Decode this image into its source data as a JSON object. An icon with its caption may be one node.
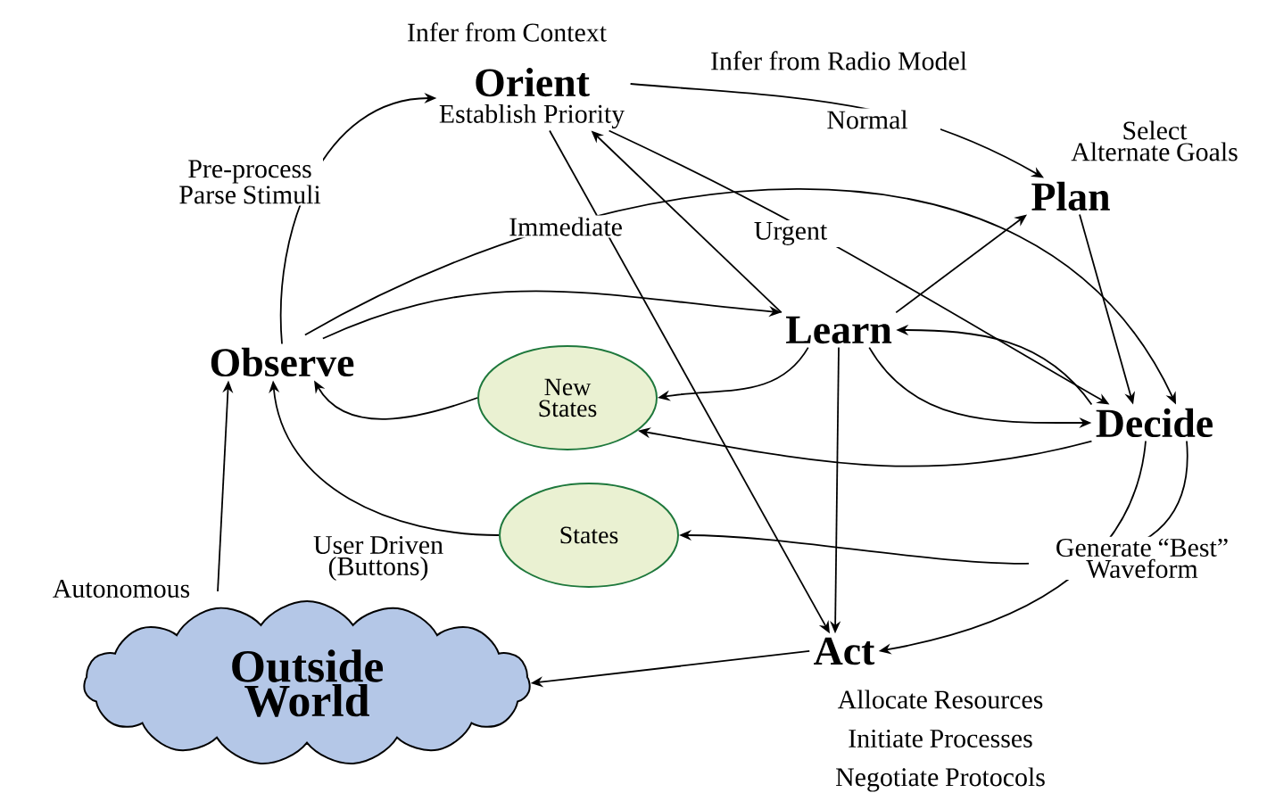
{
  "diagram": {
    "nodes": [
      {
        "text": [
          "Orient",
          "Establish Priority"
        ],
        "beside": [
          "Infer from Context"
        ]
      },
      {
        "text": [
          "Plan"
        ],
        "beside": [
          "Select Alternate Goals"
        ]
      },
      {
        "text": [
          "Observe"
        ]
      },
      {
        "text": [
          "Learn"
        ]
      },
      {
        "text": [
          "New States"
        ]
      },
      {
        "text": [
          "States"
        ]
      },
      {
        "text": [
          "Decide"
        ]
      },
      {
        "text": [
          "Act"
        ],
        "beside": [
          "Allocate Resources",
          "Initiate Processes",
          "Negotiate Protocols"
        ]
      },
      {
        "text": [
          "Outside World"
        ]
      }
    ],
    "edges": [
      {
        "from": 2,
        "to": 0,
        "arrow": "to",
        "label": "Pre-process Parse Stimuli"
      },
      {
        "from": 0,
        "to": 1,
        "arrow": "to",
        "label": "Normal"
      },
      {
        "from": 0,
        "to": 6,
        "arrow": "to",
        "label": "Urgent"
      },
      {
        "from": 0,
        "to": 7,
        "arrow": "to",
        "label": "Immediate"
      },
      {
        "from": 3,
        "to": 0,
        "arrow": "to"
      },
      {
        "from": 3,
        "to": 1,
        "arrow": "to"
      },
      {
        "from": 1,
        "to": 6,
        "arrow": "to"
      },
      {
        "from": 2,
        "to": 3,
        "arrow": "to"
      },
      {
        "from": 2,
        "to": 6,
        "arrow": "to"
      },
      {
        "from": 6,
        "to": 3,
        "arrow": "to"
      },
      {
        "from": 3,
        "to": 6,
        "arrow": "to"
      },
      {
        "from": 3,
        "to": 7,
        "arrow": "to"
      },
      {
        "from": 3,
        "to": 4,
        "arrow": "to"
      },
      {
        "from": 4,
        "to": 2,
        "arrow": "to"
      },
      {
        "from": 5,
        "to": 2,
        "arrow": "to",
        "label": "User Driven (Buttons)"
      },
      {
        "from": 8,
        "to": 2,
        "arrow": "to",
        "label": "Autonomous"
      },
      {
        "from": 6,
        "to": 4,
        "arrow": "to"
      },
      {
        "from": 6,
        "to": 5,
        "arrow": "to",
        "label": "Generate “Best” Waveform"
      },
      {
        "from": 6,
        "to": 7,
        "arrow": "to"
      },
      {
        "from": 7,
        "to": 8,
        "arrow": "to"
      }
    ],
    "labels": [
      "Infer from Radio Model"
    ]
  }
}
